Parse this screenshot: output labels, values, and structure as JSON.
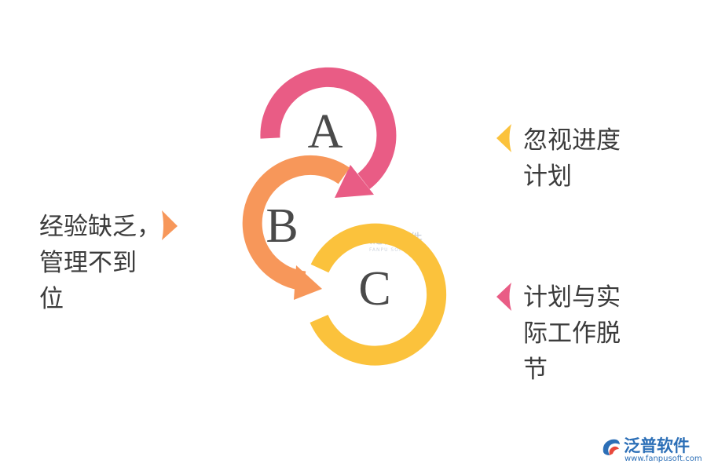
{
  "nodes": [
    {
      "letter": "A",
      "color": "#e95c85"
    },
    {
      "letter": "B",
      "color": "#f7975a"
    },
    {
      "letter": "C",
      "color": "#fbc23c"
    }
  ],
  "labels": {
    "left": {
      "text": "经验缺乏，\n管理不到\n位",
      "marker_color": "#f7975a"
    },
    "right_top": {
      "text": "忽视进度\n计划",
      "marker_color": "#fbc23c"
    },
    "right_bottom": {
      "text": "计划与实\n际工作脱\n节",
      "marker_color": "#e95c85"
    }
  },
  "watermark": {
    "name": "泛普软件",
    "sub": "FANPU SOFTWARE"
  },
  "logo": {
    "name": "泛普软件",
    "url": "www.fanpusoft.com"
  }
}
